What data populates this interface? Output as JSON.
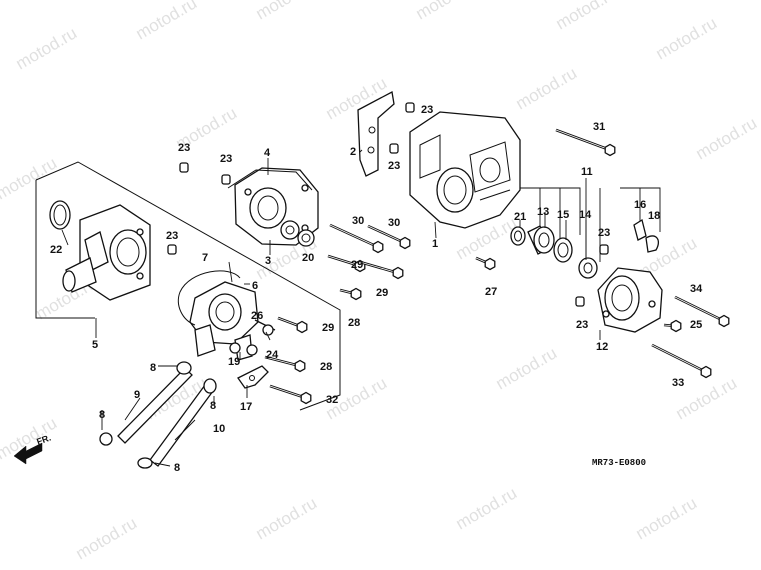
{
  "watermark": "motod.ru",
  "diagram_code": "MR73-E0800",
  "direction_label": "FR.",
  "parts": {
    "p1": "1",
    "p2": "2",
    "p3": "3",
    "p4": "4",
    "p5": "5",
    "p6": "6",
    "p7": "7",
    "p8a": "8",
    "p8b": "8",
    "p8c": "8",
    "p8d": "8",
    "p9": "9",
    "p10": "10",
    "p11": "11",
    "p12": "12",
    "p13": "13",
    "p14": "14",
    "p15": "15",
    "p16": "16",
    "p17": "17",
    "p18": "18",
    "p19": "19",
    "p20": "20",
    "p21": "21",
    "p22": "22",
    "p23a": "23",
    "p23b": "23",
    "p23c": "23",
    "p23d": "23",
    "p23e": "23",
    "p23f": "23",
    "p23g": "23",
    "p24": "24",
    "p25": "25",
    "p26": "26",
    "p27": "27",
    "p28a": "28",
    "p28b": "28",
    "p29a": "29",
    "p29b": "29",
    "p29c": "29",
    "p30a": "30",
    "p30b": "30",
    "p31": "31",
    "p32": "32",
    "p33": "33",
    "p34": "34"
  }
}
